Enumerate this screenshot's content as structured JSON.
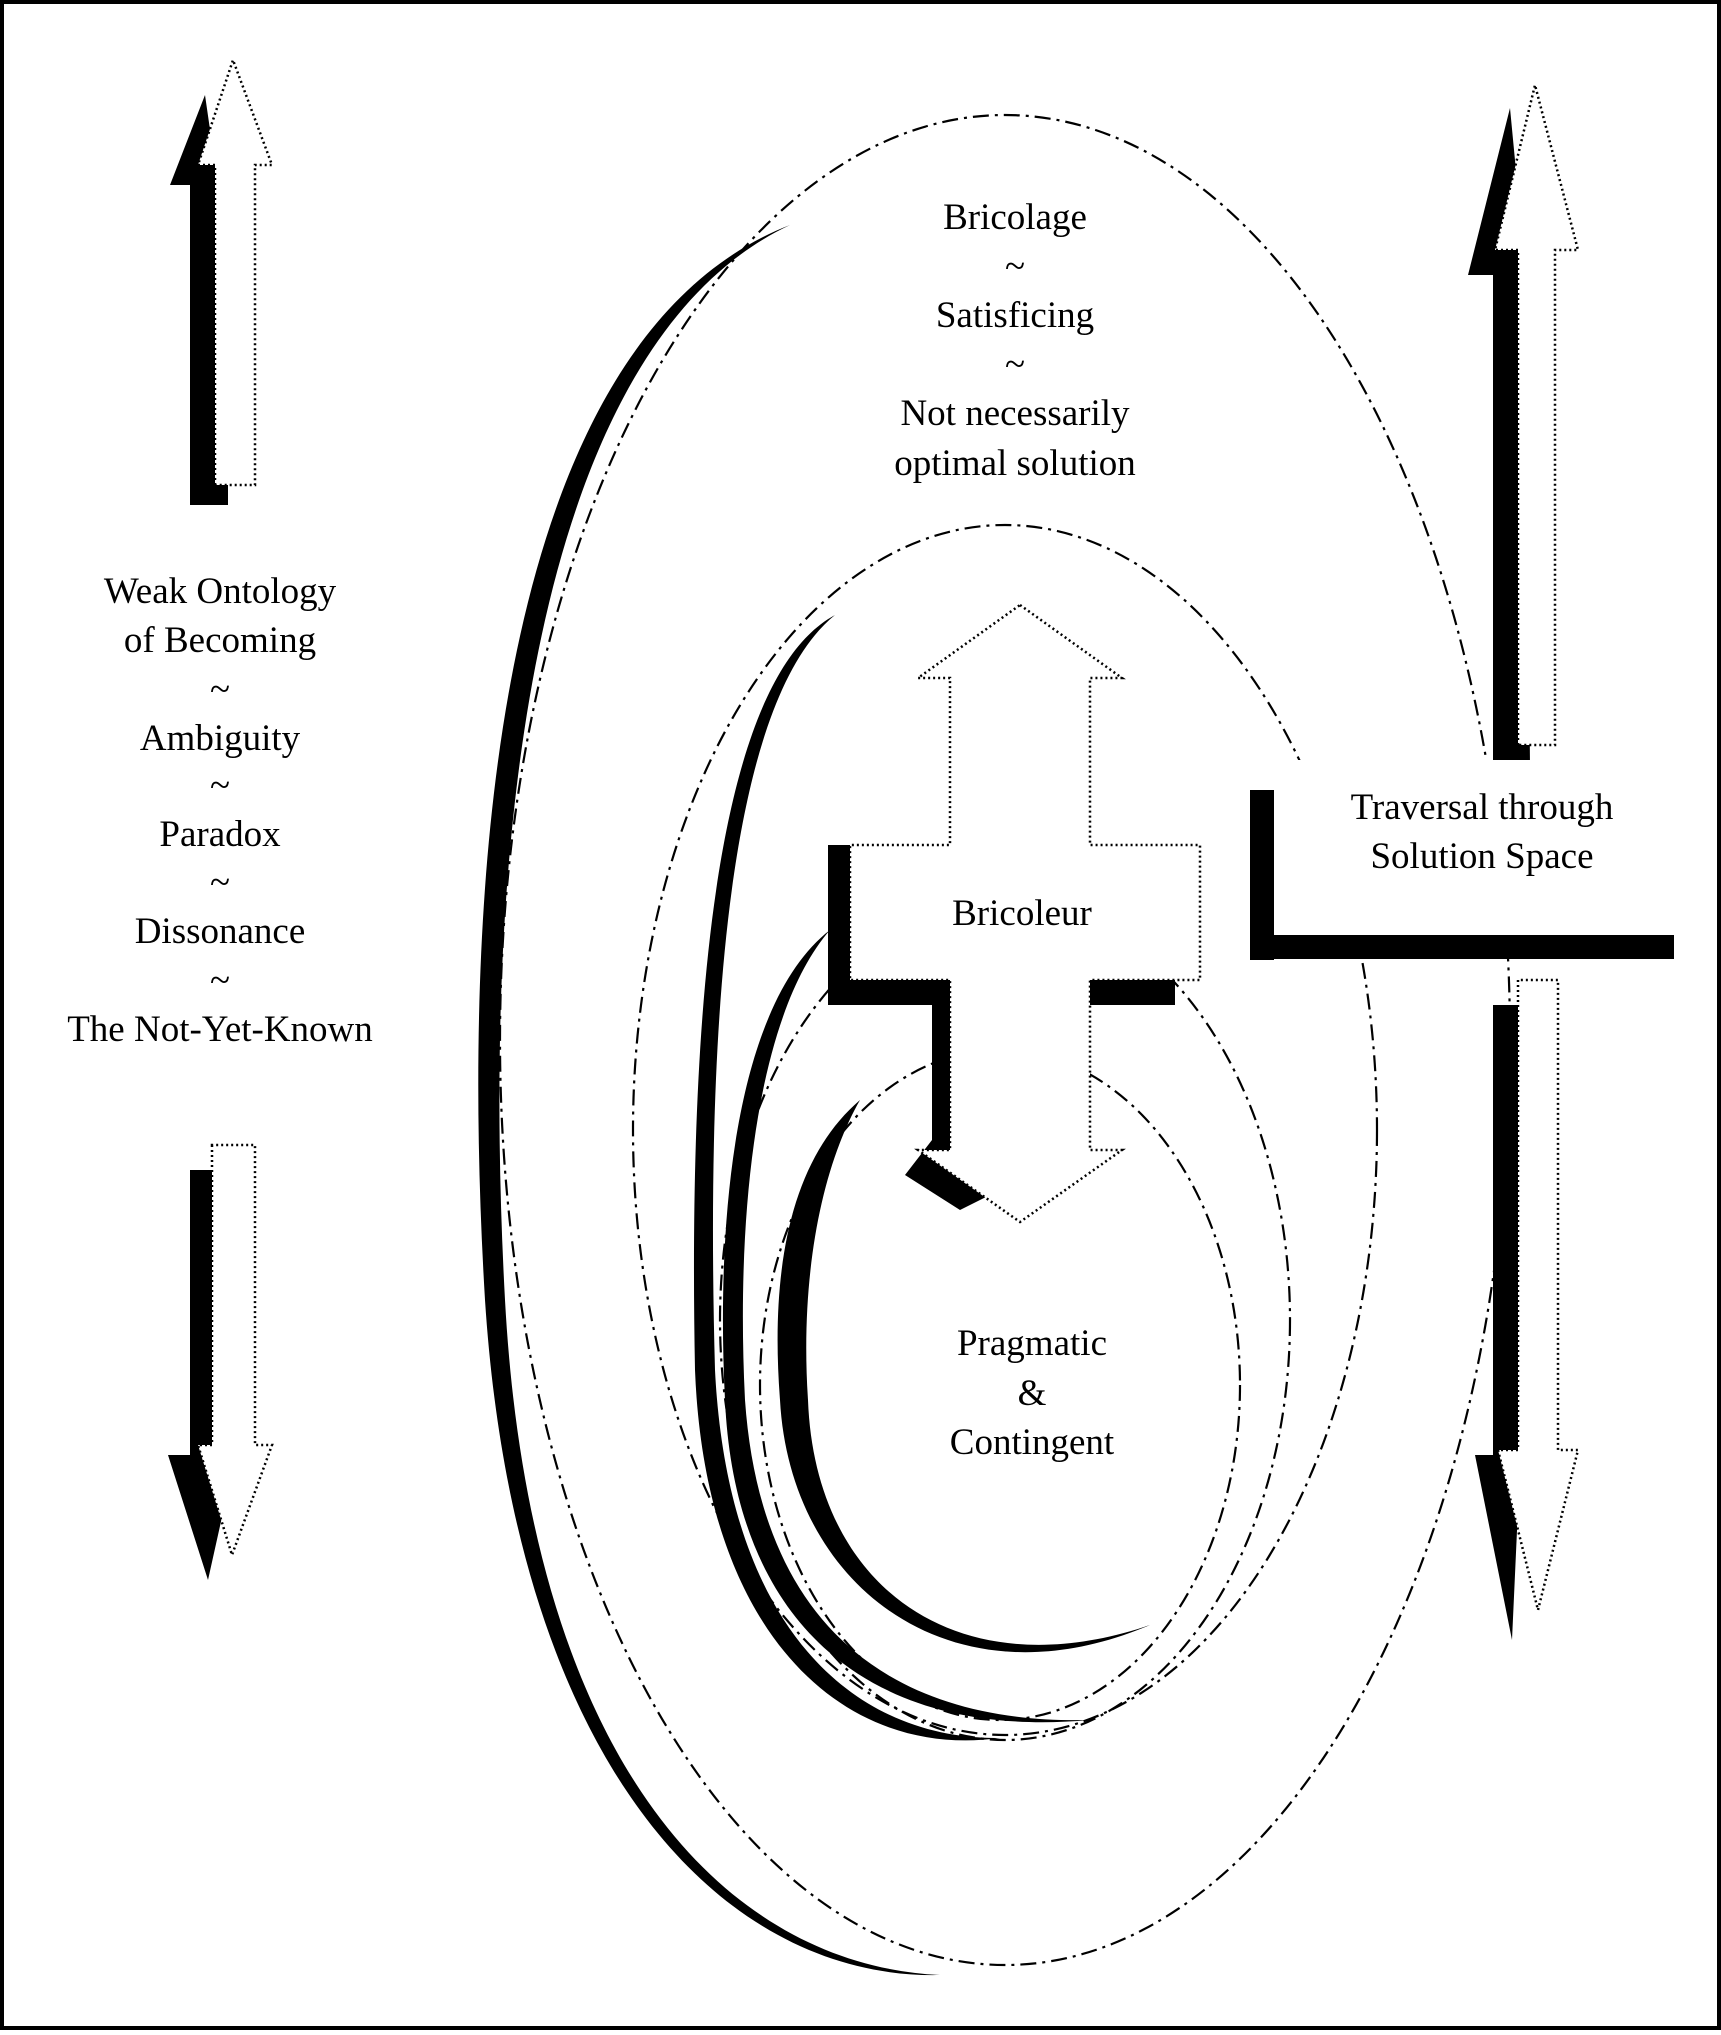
{
  "colors": {
    "ink": "#000000",
    "paper": "#ffffff"
  },
  "left_column": {
    "lines": [
      "Weak Ontology",
      "of Becoming",
      "~",
      "Ambiguity",
      "~",
      "Paradox",
      "~",
      "Dissonance",
      "~",
      "The Not-Yet-Known"
    ]
  },
  "top_label": {
    "lines": [
      "Bricolage",
      "~",
      "Satisficing",
      "~",
      "Not necessarily",
      "optimal solution"
    ]
  },
  "center_label": "Bricoleur",
  "inner_label": {
    "lines": [
      "Pragmatic",
      "&",
      "Contingent"
    ]
  },
  "right_label": {
    "lines": [
      "Traversal through",
      "Solution Space"
    ]
  }
}
